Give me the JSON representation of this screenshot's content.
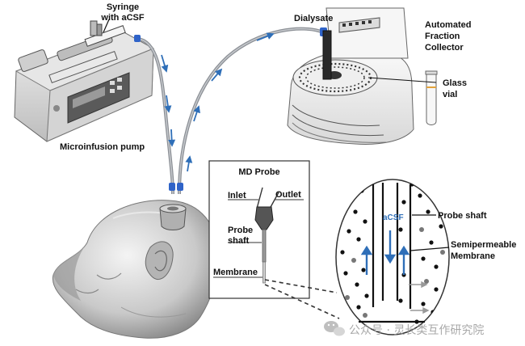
{
  "labels": {
    "syringe_line1": "Syringe",
    "syringe_line2": "with aCSF",
    "pump": "Microinfusion pump",
    "dialysate": "Dialysate",
    "collector_line1": "Automated",
    "collector_line2": "Fraction",
    "collector_line3": "Collector",
    "glass_line1": "Glass",
    "glass_line2": "vial",
    "probe_box_title": "MD Probe",
    "inlet": "Inlet",
    "outlet": "Outlet",
    "probe_shaft_line1": "Probe",
    "probe_shaft_line2": "shaft",
    "membrane": "Membrane",
    "zoom_probe_shaft": "Probe shaft",
    "zoom_acsf": "aCSF",
    "semi_line1": "Semipermeable",
    "semi_line2": "Membrane"
  },
  "watermark": "公众号 · 灵长类互作研究院",
  "colors": {
    "arrow_blue": "#2f6fb8",
    "tube_gray": "#8c9096",
    "connector_blue": "#2f63c8",
    "label_text": "#111111",
    "box_border": "#333333"
  }
}
